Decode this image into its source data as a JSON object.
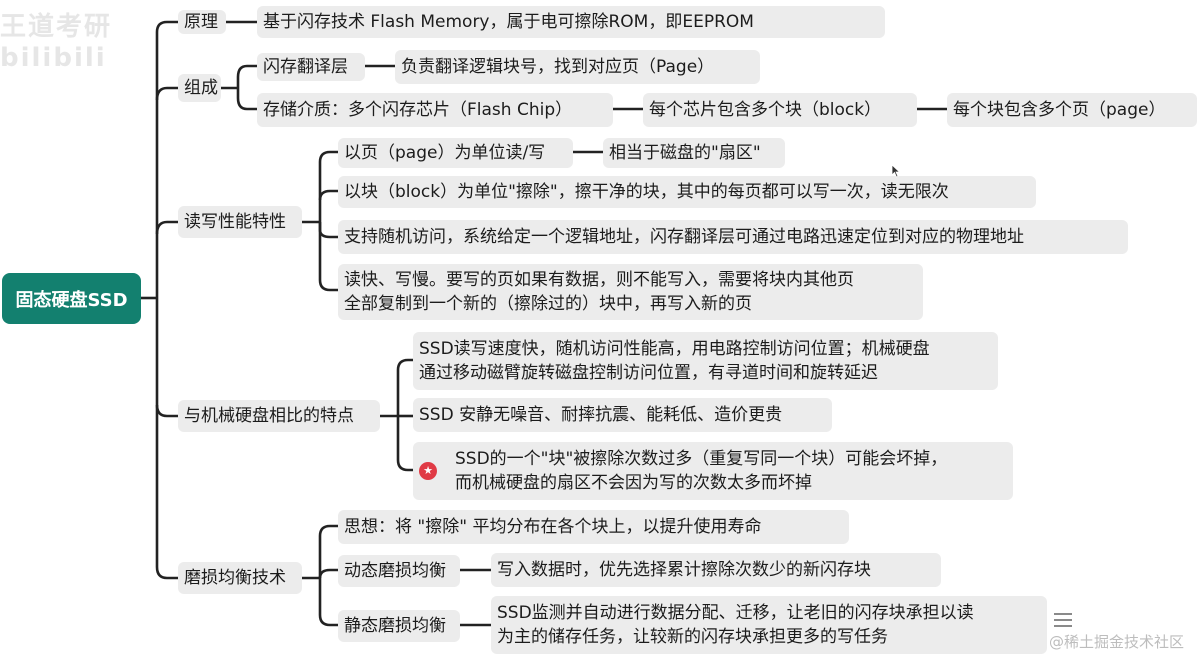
{
  "watermark": {
    "left": "王道考研 bilibili",
    "right": "@稀土掘金技术社区"
  },
  "root": "固态硬盘SSD",
  "branches": {
    "principle": {
      "label": "原理",
      "detail": "基于闪存技术 Flash Memory，属于电可擦除ROM，即EEPROM"
    },
    "composition": {
      "label": "组成",
      "ftl": "闪存翻译层",
      "ftl_desc": "负责翻译逻辑块号，找到对应页（Page）",
      "medium": "存储介质：多个闪存芯片（Flash Chip）",
      "medium_block": "每个芯片包含多个块（block）",
      "medium_page": "每个块包含多个页（page）"
    },
    "rw": {
      "label": "读写性能特性",
      "page_unit": "以页（page）为单位读/写",
      "page_sector": "相当于磁盘的\"扇区\"",
      "block_erase": "以块（block）为单位\"擦除\"，擦干净的块，其中的每页都可以写一次，读无限次",
      "random": "支持随机访问，系统给定一个逻辑地址，闪存翻译层可通过电路迅速定位到对应的物理地址",
      "fastslow": "读快、写慢。要写的页如果有数据，则不能写入，需要将块内其他页\n全部复制到一个新的（擦除过的）块中，再写入新的页"
    },
    "compare": {
      "label": "与机械硬盘相比的特点",
      "speed": "SSD读写速度快，随机访问性能高，用电路控制访问位置；机械硬盘\n通过移动磁臂旋转磁盘控制访问位置，有寻道时间和旋转延迟",
      "quiet": "SSD 安静无噪音、耐摔抗震、能耗低、造价更贵",
      "wear": "SSD的一个\"块\"被擦除次数过多（重复写同一个块）可能会坏掉，\n而机械硬盘的扇区不会因为写的次数太多而坏掉"
    },
    "wear_level": {
      "label": "磨损均衡技术",
      "idea": "思想：将 \"擦除\" 平均分布在各个块上，以提升使用寿命",
      "dynamic": "动态磨损均衡",
      "dynamic_desc": "写入数据时，优先选择累计擦除次数少的新闪存块",
      "static": "静态磨损均衡",
      "static_desc": "SSD监测并自动进行数据分配、迁移，让老旧的闪存块承担以读\n为主的储存任务，让较新的闪存块承担更多的写任务"
    }
  },
  "colors": {
    "root": "#13806f",
    "node": "#ececec",
    "line": "#222222",
    "star": "#e03a45"
  }
}
